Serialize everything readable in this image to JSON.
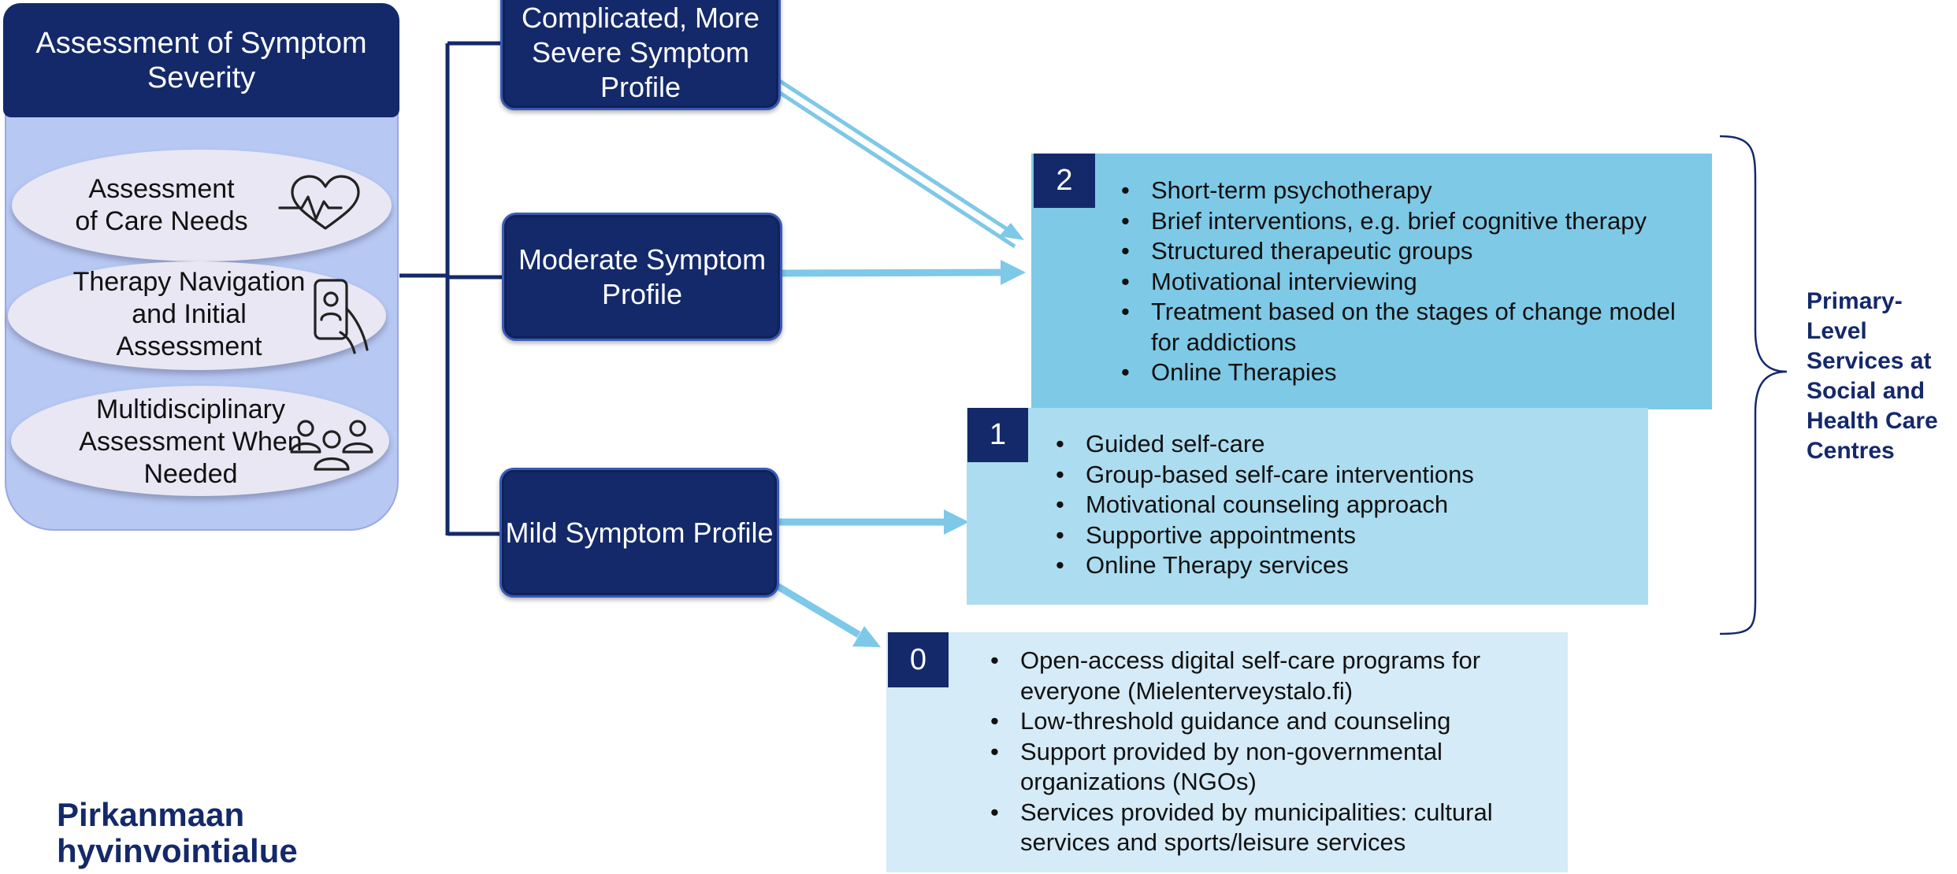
{
  "assessment": {
    "header": "Assessment of Symptom Severity",
    "items": [
      {
        "label": "Assessment of Care Needs",
        "icon": "heartbeat-icon"
      },
      {
        "label": "Therapy Navigation and Initial Assessment",
        "icon": "phone-person-icon"
      },
      {
        "label": "Multidisciplinary Assessment When Needed",
        "icon": "group-people-icon"
      }
    ]
  },
  "profiles": {
    "severe": "Complicated, More Severe Symptom Profile",
    "moderate": "Moderate Symptom Profile",
    "mild": "Mild Symptom Profile"
  },
  "levels": [
    {
      "number": "2",
      "bullets": [
        "Short-term psychotherapy",
        "Brief interventions, e.g. brief cognitive therapy",
        "Structured therapeutic groups",
        "Motivational interviewing",
        "Treatment based on the stages of change model for addictions",
        "Online Therapies"
      ]
    },
    {
      "number": "1",
      "bullets": [
        "Guided self-care",
        "Group-based self-care interventions",
        "Motivational counseling approach",
        "Supportive appointments",
        "Online Therapy services"
      ]
    },
    {
      "number": "0",
      "bullets": [
        "Open-access digital self-care programs for everyone (Mielenterveystalo.fi)",
        "Low-threshold guidance and counseling",
        "Support provided by non-governmental organizations (NGOs)",
        "Services provided by municipalities: cultural services and sports/leisure services"
      ]
    }
  ],
  "primary_label": "Primary-Level Services at Social and Health Care Centres",
  "brand": {
    "line1": "Pirkanmaan",
    "line2": "hyvinvointialue"
  },
  "colors": {
    "navy": "#14296a",
    "level2": "#7ec9e6",
    "level1": "#acdcef",
    "level0": "#d5ebf7",
    "arrow": "#7ec8e8",
    "panel": "#b7c8f3"
  }
}
